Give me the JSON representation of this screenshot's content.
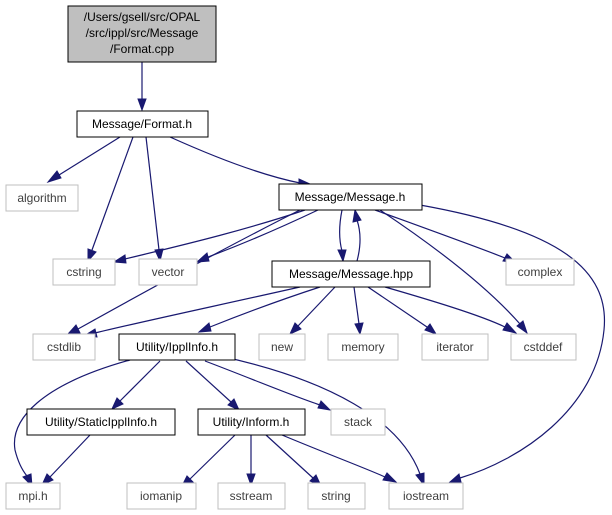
{
  "graph": {
    "root": {
      "label_lines": [
        "/Users/gsell/src/OPAL",
        "/src/ippl/src/Message",
        "/Format.cpp"
      ]
    },
    "nodes": {
      "format_h": "Message/Format.h",
      "algorithm": "algorithm",
      "message_h": "Message/Message.h",
      "cstring": "cstring",
      "vector": "vector",
      "message_hpp": "Message/Message.hpp",
      "complex": "complex",
      "cstdlib": "cstdlib",
      "ippl_info": "Utility/IpplInfo.h",
      "new": "new",
      "memory": "memory",
      "iterator": "iterator",
      "cstddef": "cstddef",
      "static_ippl_info": "Utility/StaticIpplInfo.h",
      "inform_h": "Utility/Inform.h",
      "stack": "stack",
      "mpi_h": "mpi.h",
      "iomanip": "iomanip",
      "sstream": "sstream",
      "string": "string",
      "iostream": "iostream"
    },
    "colors": {
      "edge": "#191970",
      "root_fill": "#bfbfbf",
      "external_border": "#bfbfbf"
    }
  }
}
